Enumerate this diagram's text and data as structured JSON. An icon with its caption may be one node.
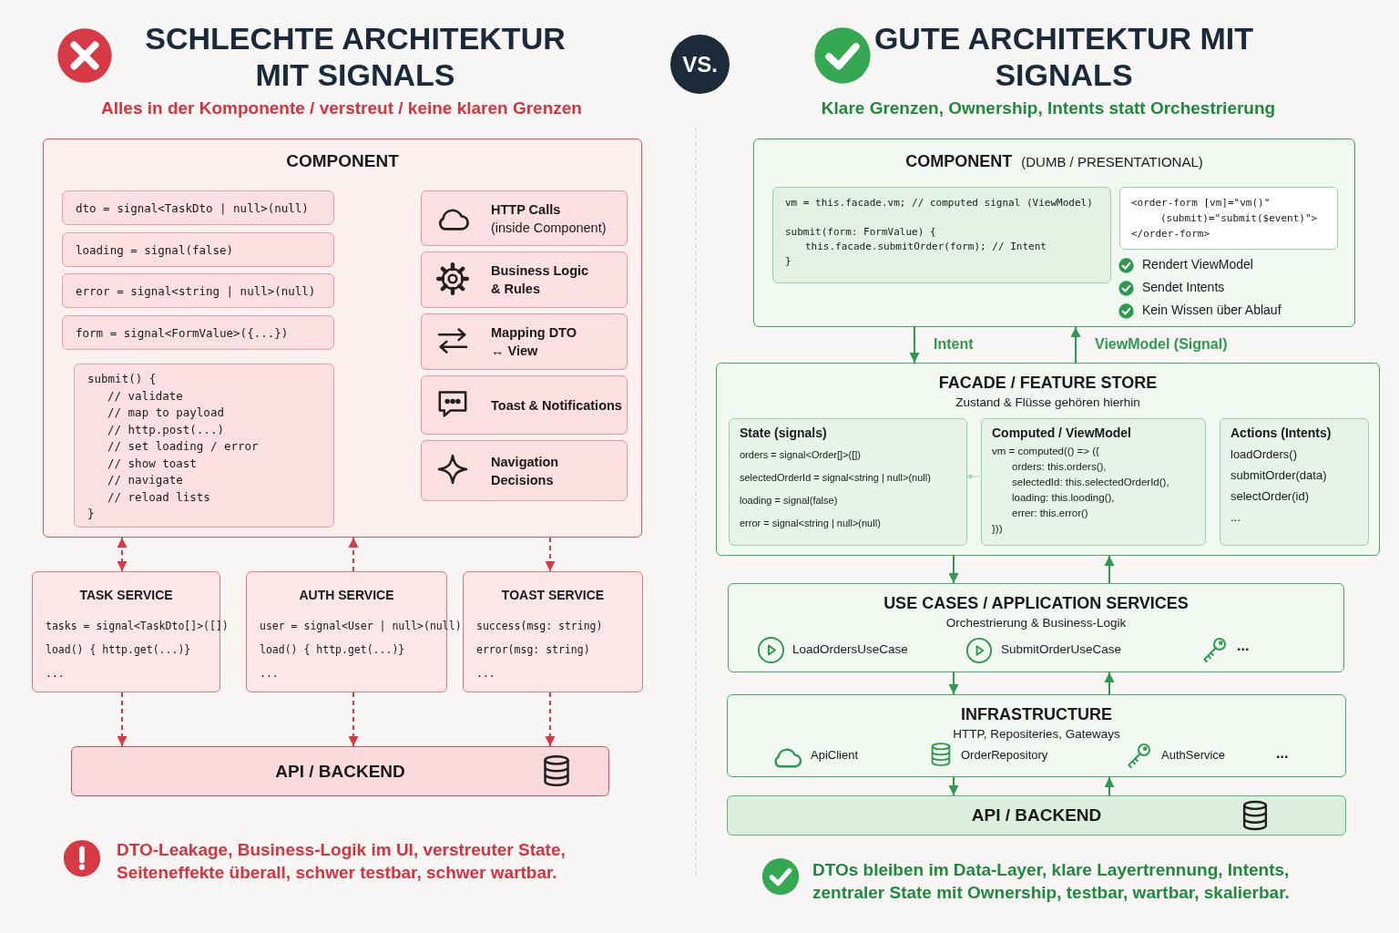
{
  "diagram": {
    "nodes": [
      {
        "text": [
          "COMPONENT"
        ]
      },
      {
        "text": [
          "dto = signal<TaskDto | null>(null)"
        ],
        "in": 0
      },
      {
        "text": [
          "loading = signal(false)"
        ],
        "in": 0
      },
      {
        "text": [
          "error = signal<string | null>(null)"
        ],
        "in": 0
      },
      {
        "text": [
          "form = signal<FormValue>({...})"
        ],
        "in": 0
      },
      {
        "text": [
          "submit() {",
          "// validate",
          "// map to payload",
          "// http.post(...)",
          "// set loading / error",
          "// show toast",
          "// navigate",
          "// reload lists",
          "}"
        ],
        "in": 0
      },
      {
        "text": [
          "HTTP Calls",
          "(inside Component)"
        ],
        "in": 0
      },
      {
        "text": [
          "Business Logic & Rules"
        ],
        "in": 0
      },
      {
        "text": [
          "Mapping DTO ↔ View"
        ],
        "in": 0
      },
      {
        "text": [
          "Toast & Notifications"
        ],
        "in": 0
      },
      {
        "text": [
          "Navigation Decisions"
        ],
        "in": 0
      },
      {
        "text": [
          "TASK SERVICE",
          "tasks = signal<TaskDto[]>([])",
          "load() { http.get(...)}",
          "..."
        ]
      },
      {
        "text": [
          "AUTH SERVICE",
          "user = signal<User | null>(null)",
          "load() { http.get(...)}",
          "..."
        ]
      },
      {
        "text": [
          "TOAST SERVICE",
          "success(msg: string)",
          "error(msg: string)",
          "..."
        ]
      },
      {
        "text": [
          "API / BACKEND"
        ]
      },
      {
        "text": [
          "COMPONENT",
          "(DUMB / PRESENTATIONAL)"
        ]
      },
      {
        "text": [
          "vm = this.facade.vm; // computed signal (ViewModel)",
          "submit(form: FormValue) {",
          "this.facade.submitOrder(form); // Intent",
          "}"
        ],
        "in": 15
      },
      {
        "text": [
          "<order-form [vm]=\"vm()\"",
          "(submit)=\"submit($event)\">",
          "</order-form>"
        ],
        "in": 15
      },
      {
        "text": [
          "FACADE / FEATURE STORE",
          "Zustand & Flüsse gehören hierhin"
        ]
      },
      {
        "text": [
          "State (signals)",
          "orders = signal<Order[]>([])",
          "selectedOrderId = signal<string | null>(null)",
          "loading = signal(false)",
          "error = signal<string | null>(null)"
        ],
        "in": 18
      },
      {
        "text": [
          "Computed / ViewModel",
          "vm = computed(() => ({",
          "orders: this.orders(),",
          "selectedId: this.selectedOrderId(),",
          "loading: this.looding(),",
          "errer: this.error()",
          "}))"
        ],
        "in": 18
      },
      {
        "text": [
          "Actions (Intents)",
          "loadOrders()",
          "submitOrder(data)",
          "selectOrder(id)",
          "..."
        ],
        "in": 18
      },
      {
        "text": [
          "USE CASES / APPLICATION SERVICES",
          "Orchestrierung & Business-Logik"
        ]
      },
      {
        "text": [
          "INFRASTRUCTURE",
          "HTTP, Repositeries, Gateways"
        ]
      },
      {
        "text": [
          "API / BACKEND"
        ]
      },
      {
        "text": [
          "VS."
        ]
      }
    ],
    "edges": [
      {
        "from": 11,
        "to": 0,
        "arrow": "both",
        "style": "dashed",
        "color": "#d63a45"
      },
      {
        "from": 12,
        "to": 0,
        "arrow": "to",
        "style": "dashed",
        "color": "#d63a45"
      },
      {
        "from": 0,
        "to": 13,
        "arrow": "to",
        "style": "dashed",
        "color": "#d63a45"
      },
      {
        "from": 11,
        "to": 14,
        "arrow": "to",
        "style": "dashed",
        "color": "#d63a45"
      },
      {
        "from": 12,
        "to": 14,
        "arrow": "to",
        "style": "dashed",
        "color": "#d63a45"
      },
      {
        "from": 13,
        "to": 14,
        "arrow": "to",
        "style": "dashed",
        "color": "#d63a45"
      },
      {
        "from": 15,
        "to": 18,
        "arrow": "to",
        "label": "Intent"
      },
      {
        "from": 18,
        "to": 15,
        "arrow": "to",
        "label": "ViewModel (Signal)"
      },
      {
        "from": 18,
        "to": 22,
        "arrow": "to"
      },
      {
        "from": 22,
        "to": 18,
        "arrow": "to"
      },
      {
        "from": 22,
        "to": 23,
        "arrow": "to"
      },
      {
        "from": 23,
        "to": 22,
        "arrow": "to"
      },
      {
        "from": 23,
        "to": 24,
        "arrow": "to"
      },
      {
        "from": 24,
        "to": 23,
        "arrow": "to"
      },
      {
        "from": 20,
        "to": 19,
        "arrow": "to",
        "color": "#a9d6b3"
      }
    ],
    "labels": [
      "SCHLECHTE ARCHITEKTUR MIT SIGNALS",
      "Alles in der Komponente / verstreut / keine klaren Grenzen",
      "GUTE ARCHITEKTUR MIT SIGNALS",
      "Klare Grenzen, Ownership, Intents statt Orchestrierung",
      "Rendert ViewModel",
      "Sendet Intents",
      "Kein Wissen über Ablauf",
      "LoadOrdersUseCase",
      "SubmitOrderUseCase",
      "...",
      "ApiClient",
      "OrderRepository",
      "AuthService",
      "...",
      "DTO-Leakage, Business-Logik im UI, verstreuter State, Seiteneffekte überall, schwer testbar, schwer wartbar.",
      "DTOs bleiben im Data-Layer, klare Layertrennung, Intents, zentraler State mit Ownership, testbar, wartbar, skalierbar."
    ]
  }
}
